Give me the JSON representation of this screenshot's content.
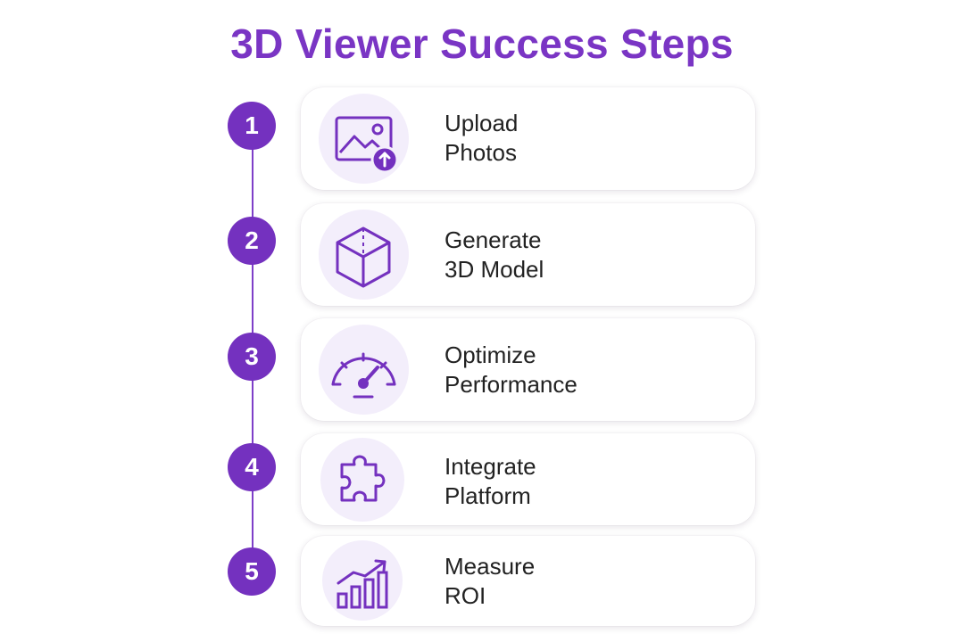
{
  "title": "3D Viewer Success Steps",
  "colors": {
    "accent": "#7431bf",
    "title": "#7a35c4",
    "icon_bg": "#f3eefb",
    "text": "#222222"
  },
  "steps": [
    {
      "number": "1",
      "label": "Upload\nPhotos",
      "icon": "image-upload-icon"
    },
    {
      "number": "2",
      "label": "Generate\n3D Model",
      "icon": "cube-icon"
    },
    {
      "number": "3",
      "label": "Optimize\nPerformance",
      "icon": "speedometer-icon"
    },
    {
      "number": "4",
      "label": "Integrate\nPlatform",
      "icon": "puzzle-piece-icon"
    },
    {
      "number": "5",
      "label": "Measure\nROI",
      "icon": "growth-chart-icon"
    }
  ]
}
